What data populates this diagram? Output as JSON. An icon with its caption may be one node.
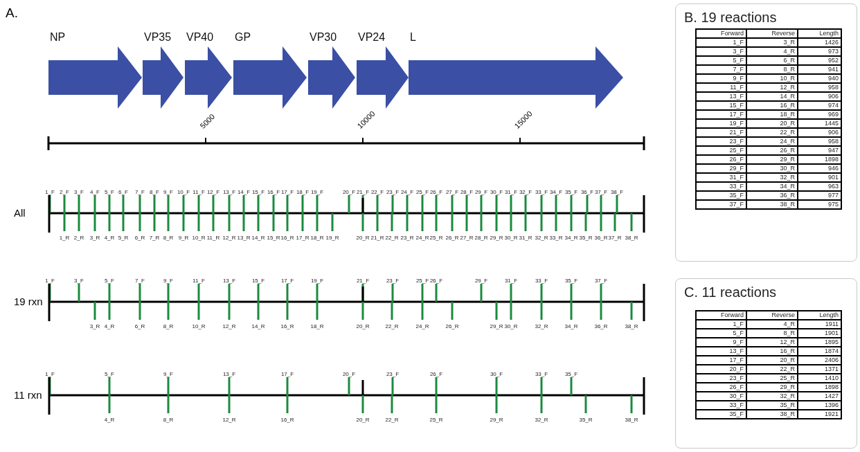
{
  "diagram": {
    "nodes": [
      {
        "text": [
          "NP"
        ]
      },
      {
        "text": [
          "VP35"
        ]
      },
      {
        "text": [
          "VP40"
        ]
      },
      {
        "text": [
          "GP"
        ]
      },
      {
        "text": [
          "VP30"
        ]
      },
      {
        "text": [
          "VP24"
        ]
      },
      {
        "text": [
          "L"
        ]
      },
      {
        "text": [
          "B. 19 reactions"
        ]
      },
      {
        "text": [
          "C. 11 reactions"
        ]
      }
    ],
    "labels": [
      "A.",
      "5000",
      "10000",
      "15000",
      "All",
      "1_F",
      "2_F",
      "3_F",
      "4_F",
      "5_F",
      "6_F",
      "7_F",
      "8_F",
      "9_F",
      "10_F",
      "11_F",
      "12_F",
      "13_F",
      "14_F",
      "15_F",
      "16_F",
      "17_F",
      "18_F",
      "19_F",
      "20_F",
      "21_F",
      "22_F",
      "23_F",
      "24_F",
      "25_F",
      "26_F",
      "27_F",
      "28_F",
      "29_F",
      "30_F",
      "31_F",
      "32_F",
      "33_F",
      "34_F",
      "35_F",
      "36_F",
      "37_F",
      "38_F",
      "1_R",
      "2_R",
      "3_R",
      "4_R",
      "5_R",
      "6_R",
      "7_R",
      "8_R",
      "9_R",
      "10_R",
      "11_R",
      "12_R",
      "13_R",
      "14_R",
      "15_R",
      "16_R",
      "17_R",
      "18_R",
      "19_R",
      "20_R",
      "21_R",
      "22_R",
      "23_R",
      "24_R",
      "25_R",
      "26_R",
      "27_R",
      "28_R",
      "29_R",
      "30_R",
      "31_R",
      "32_R",
      "33_R",
      "34_R",
      "35_R",
      "36_R",
      "37_R",
      "38_R",
      "19 rxn",
      "1_F",
      "3_F",
      "5_F",
      "7_F",
      "9_F",
      "11_F",
      "13_F",
      "15_F",
      "17_F",
      "19_F",
      "21_F",
      "23_F",
      "25_F",
      "26_F",
      "29_F",
      "31_F",
      "33_F",
      "35_F",
      "37_F",
      "3_R",
      "4_R",
      "6_R",
      "8_R",
      "10_R",
      "12_R",
      "14_R",
      "16_R",
      "18_R",
      "20_R",
      "22_R",
      "24_R",
      "26_R",
      "29_R",
      "30_R",
      "32_R",
      "34_R",
      "36_R",
      "38_R",
      "11 rxn",
      "1_F",
      "5_F",
      "9_F",
      "13_F",
      "17_F",
      "20_F",
      "23_F",
      "26_F",
      "30_F",
      "33_F",
      "35_F",
      "4_R",
      "8_R",
      "12_R",
      "16_R",
      "20_R",
      "22_R",
      "25_R",
      "29_R",
      "32_R",
      "35_R",
      "38_R",
      "Forward",
      "Reverse",
      "Length",
      "1_F",
      "3_R",
      "1426",
      "3_F",
      "4_R",
      "973",
      "5_F",
      "6_R",
      "952",
      "7_F",
      "8_R",
      "941",
      "9_F",
      "10_R",
      "940",
      "11_F",
      "12_R",
      "958",
      "13_F",
      "14_R",
      "906",
      "15_F",
      "16_R",
      "974",
      "17_F",
      "18_R",
      "969",
      "19_F",
      "20_R",
      "1445",
      "21_F",
      "22_R",
      "906",
      "23_F",
      "24_R",
      "958",
      "25_F",
      "26_R",
      "947",
      "26_F",
      "29_R",
      "1898",
      "29_F",
      "30_R",
      "946",
      "31_F",
      "32_R",
      "901",
      "33_F",
      "34_R",
      "963",
      "35_F",
      "36_R",
      "977",
      "37_F",
      "38_R",
      "975",
      "Forward",
      "Reverse",
      "Length",
      "1_F",
      "4_R",
      "1911",
      "5_F",
      "8_R",
      "1901",
      "9_F",
      "12_R",
      "1895",
      "13_F",
      "16_R",
      "1874",
      "17_F",
      "20_R",
      "2406",
      "20_F",
      "22_R",
      "1371",
      "23_F",
      "25_R",
      "1410",
      "26_F",
      "29_R",
      "1898",
      "30_F",
      "32_R",
      "1427",
      "33_F",
      "35_R",
      "1396",
      "35_F",
      "38_R",
      "1921"
    ]
  }
}
